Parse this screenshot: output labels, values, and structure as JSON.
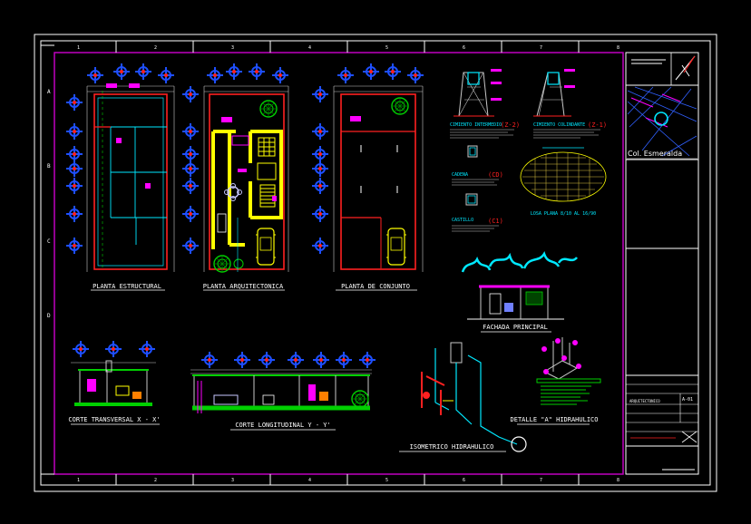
{
  "drawing": {
    "colors": {
      "background": "#000000",
      "frame": "#ffffff",
      "paper_border": "#c000c0",
      "walls": "#ff2020",
      "axis_bubble": "#1e4fff",
      "dimension": "#c8c8c8",
      "highlight": "#ffff00",
      "vegetation": "#00e000",
      "cyan": "#00e8ff",
      "magenta": "#ff00ff"
    },
    "views": {
      "planta_estructural": "PLANTA ESTRUCTURAL",
      "planta_arquitectonica": "PLANTA ARQUITECTONICA",
      "planta_conjunto": "PLANTA DE CONJUNTO",
      "fachada_principal": "FACHADA PRINCIPAL",
      "corte_transversal": "CORTE TRANSVERSAL X - X'",
      "corte_longitudinal": "CORTE LONGITUDINAL Y - Y'",
      "isometrico": "ISOMETRICO HIDRAHULICO",
      "detalle": "DETALLE \"A\" HIDRAHULICO"
    },
    "details": {
      "cimiento_intermedio": "CIMIENTO INTERMEDIO",
      "cimiento_intermedio_tag": "(Z-2)",
      "cimiento_colindante": "CIMIENTO COLINDANTE",
      "cimiento_colindante_tag": "(Z-1)",
      "cadena": "CADENA",
      "cadena_tag": "(CD)",
      "castillo": "CASTILLO",
      "castillo_tag": "(C1)",
      "losa": "LOSA PLANA 8/10 AL 16/90"
    },
    "title_block": {
      "location": "Col. Esmeralda",
      "sheet_id": "A-01",
      "project": "ARQUITECTONICO"
    },
    "grid_letters": [
      "A",
      "B",
      "C",
      "D"
    ],
    "grid_numbers": [
      "1",
      "2",
      "3",
      "4",
      "5",
      "6",
      "7",
      "8"
    ]
  }
}
